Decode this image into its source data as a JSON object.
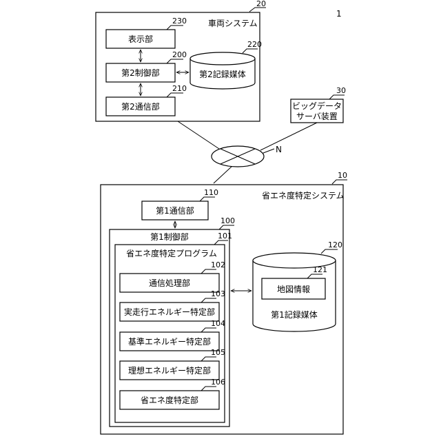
{
  "figure_number": "1",
  "vehicle_system": {
    "title": "車両システム",
    "ref": "20",
    "display": {
      "label": "表示部",
      "ref": "230"
    },
    "control2": {
      "label": "第2制御部",
      "ref": "200"
    },
    "comm2": {
      "label": "第2通信部",
      "ref": "210"
    },
    "storage2": {
      "label": "第2記録媒体",
      "ref": "220"
    }
  },
  "bigdata_server": {
    "line1": "ビッグデータ",
    "line2": "サーバ装置",
    "ref": "30"
  },
  "network": {
    "label": "N"
  },
  "energy_system": {
    "title": "省エネ度特定システム",
    "ref": "10",
    "comm1": {
      "label": "第1通信部",
      "ref": "110"
    },
    "control1": {
      "label": "第1制御部",
      "ref": "100"
    },
    "program": {
      "label": "省エネ度特定プログラム",
      "ref": "101",
      "modules": [
        {
          "label": "通信処理部",
          "ref": "102"
        },
        {
          "label": "実走行エネルギー特定部",
          "ref": "103"
        },
        {
          "label": "基準エネルギー特定部",
          "ref": "104"
        },
        {
          "label": "理想エネルギー特定部",
          "ref": "105"
        },
        {
          "label": "省エネ度特定部",
          "ref": "106"
        }
      ]
    },
    "storage1": {
      "label": "第1記録媒体",
      "ref": "120"
    },
    "map_info": {
      "label": "地図情報",
      "ref": "121"
    }
  }
}
